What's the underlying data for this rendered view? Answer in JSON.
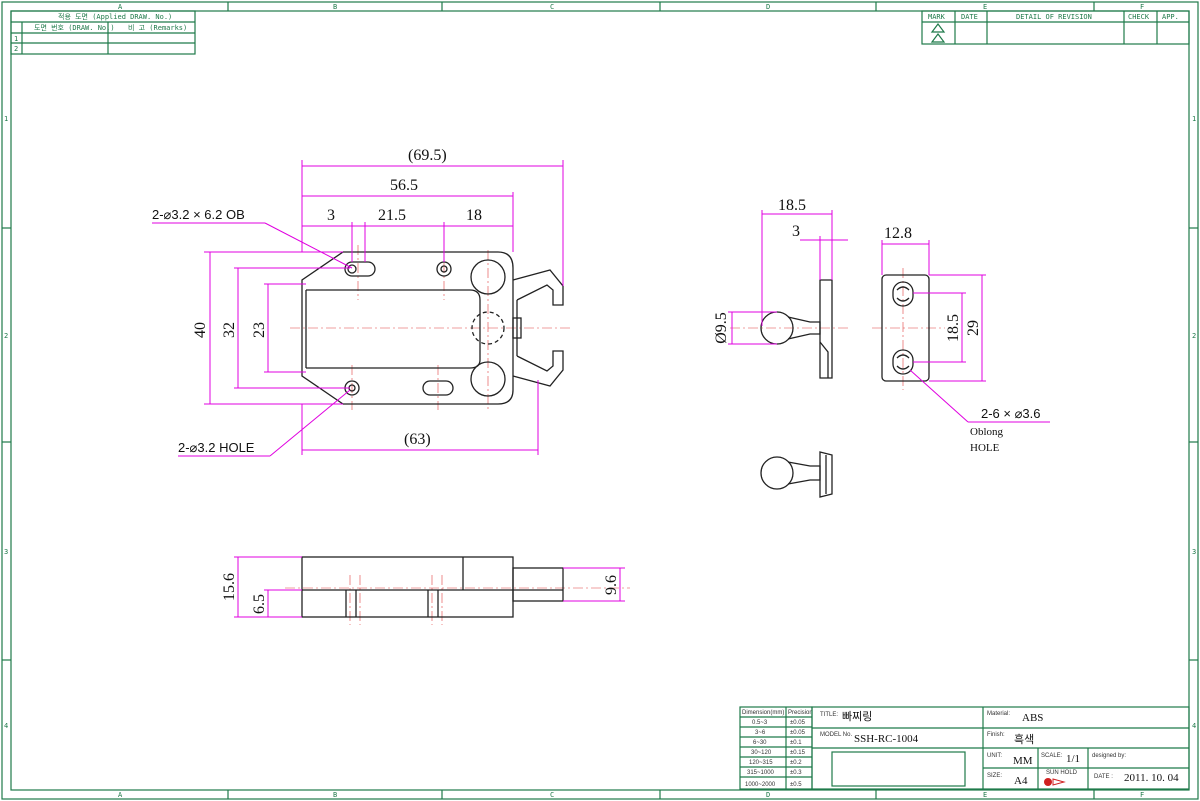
{
  "frame": {
    "columns": [
      "A",
      "B",
      "C",
      "D",
      "E",
      "F"
    ],
    "rows": [
      "1",
      "2",
      "3",
      "4"
    ]
  },
  "top_left_table": {
    "header": "적용 도면 (Applied DRAW. No.)",
    "col1": "도면 번호 (DRAW. No.)",
    "col2": "비 고 (Remarks)",
    "rows": [
      "1",
      "2"
    ]
  },
  "revision_table": {
    "mark": "MARK",
    "date": "DATE",
    "detail": "DETAIL OF REVISION",
    "check": "CHECK",
    "app": "APP."
  },
  "front_view": {
    "dim_overall": "(69.5)",
    "dim_width": "56.5",
    "dim_a": "3",
    "dim_b": "21.5",
    "dim_c": "18",
    "hole_note": "2-⌀3.2 × 6.2 OB",
    "dim_height": "40",
    "dim_32": "32",
    "dim_23": "23",
    "dim_bottom": "(63)",
    "hole_note2": "2-⌀3.2 HOLE"
  },
  "side_view": {
    "dim_18_5": "18.5",
    "dim_3": "3",
    "dim_dia": "Ø9.5"
  },
  "plate_view": {
    "dim_12_8": "12.8",
    "dim_18_5": "18.5",
    "dim_29": "29",
    "note_line1": "2-6 × ⌀3.6",
    "note_line2": "Oblong",
    "note_line3": "HOLE"
  },
  "bottom_view": {
    "dim_15_6": "15.6",
    "dim_6_5": "6.5",
    "dim_9_6": "9.6"
  },
  "tolerance_table": {
    "header1": "Dimension(mm)",
    "header2": "Precision",
    "rows": [
      {
        "range": "0.5~3",
        "tol": "±0.05"
      },
      {
        "range": "3~6",
        "tol": "±0.05"
      },
      {
        "range": "6~30",
        "tol": "±0.1"
      },
      {
        "range": "30~120",
        "tol": "±0.15"
      },
      {
        "range": "120~315",
        "tol": "±0.2"
      },
      {
        "range": "315~1000",
        "tol": "±0.3"
      },
      {
        "range": "1000~2000",
        "tol": "±0.5"
      }
    ]
  },
  "title_block": {
    "title_label": "TITLE:",
    "title_value": "빠찌링",
    "model_label": "MODEL No.",
    "model_value": "SSH-RC-1004",
    "material_label": "Material:",
    "material_value": "ABS",
    "finish_label": "Finish:",
    "finish_value": "흑색",
    "unit_label": "UNIT:",
    "unit_value": "MM",
    "scale_label": "SCALE:",
    "scale_value": "1/1",
    "designed_label": "designed by:",
    "size_label": "SIZE:",
    "size_value": "A4",
    "date_label": "DATE :",
    "date_value": "2011. 10. 04",
    "logo_text": "SUN HOLD"
  }
}
